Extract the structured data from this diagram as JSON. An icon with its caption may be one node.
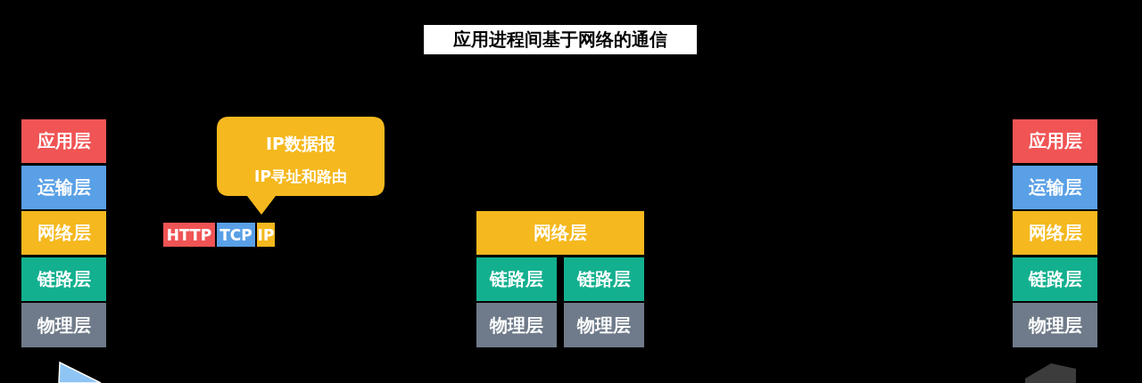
{
  "diagram": {
    "title": "应用进程间基于网络的通信",
    "nodes": [
      {
        "text": [
          "应用层"
        ]
      },
      {
        "text": [
          "运输层"
        ]
      },
      {
        "text": [
          "网络层"
        ]
      },
      {
        "text": [
          "链路层"
        ]
      },
      {
        "text": [
          "物理层"
        ]
      },
      {
        "text": [
          "IP数据报",
          "IP寻址和路由"
        ]
      },
      {
        "text": [
          "HTTP"
        ]
      },
      {
        "text": [
          "TCP"
        ]
      },
      {
        "text": [
          "IP"
        ]
      },
      {
        "text": [
          "网络层"
        ]
      },
      {
        "text": [
          "链路层"
        ]
      },
      {
        "text": [
          "链路层"
        ]
      },
      {
        "text": [
          "物理层"
        ]
      },
      {
        "text": [
          "物理层"
        ]
      },
      {
        "text": [
          "应用层"
        ]
      },
      {
        "text": [
          "运输层"
        ]
      },
      {
        "text": [
          "网络层"
        ]
      },
      {
        "text": [
          "链路层"
        ]
      },
      {
        "text": [
          "物理层"
        ]
      }
    ]
  }
}
